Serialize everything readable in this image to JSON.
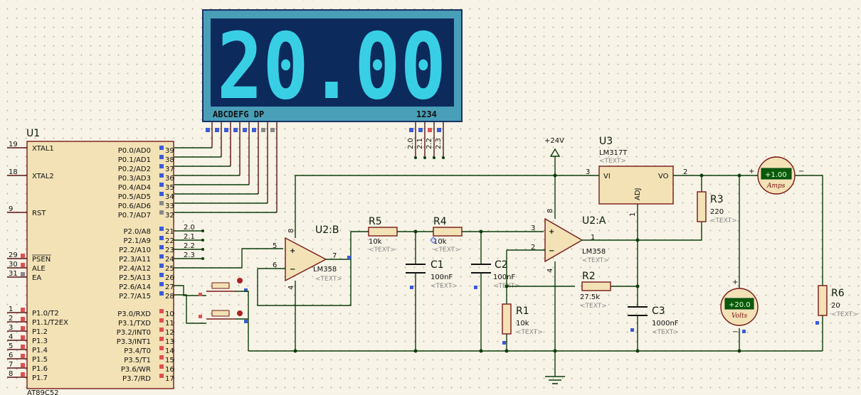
{
  "display": {
    "value": "20.00",
    "segment_label": "ABCDEFG  DP",
    "digit_label": "1234",
    "digit_pins": [
      "2.0",
      "2.1",
      "2.2",
      "2.3"
    ]
  },
  "u1": {
    "ref": "U1",
    "part": "AT89C52",
    "left_pins": [
      {
        "num": "19",
        "name": "XTAL1"
      },
      {
        "num": "18",
        "name": "XTAL2"
      },
      {
        "num": "9",
        "name": "RST"
      },
      {
        "num": "29",
        "name": "PSEN"
      },
      {
        "num": "30",
        "name": "ALE"
      },
      {
        "num": "31",
        "name": "EA"
      },
      {
        "num": "1",
        "name": "P1.0/T2"
      },
      {
        "num": "2",
        "name": "P1.1/T2EX"
      },
      {
        "num": "3",
        "name": "P1.2"
      },
      {
        "num": "4",
        "name": "P1.3"
      },
      {
        "num": "5",
        "name": "P1.4"
      },
      {
        "num": "6",
        "name": "P1.5"
      },
      {
        "num": "7",
        "name": "P1.6"
      },
      {
        "num": "8",
        "name": "P1.7"
      }
    ],
    "right_pins": [
      {
        "num": "39",
        "name": "P0.0/AD0"
      },
      {
        "num": "38",
        "name": "P0.1/AD1"
      },
      {
        "num": "37",
        "name": "P0.2/AD2"
      },
      {
        "num": "36",
        "name": "P0.3/AD3"
      },
      {
        "num": "35",
        "name": "P0.4/AD4"
      },
      {
        "num": "34",
        "name": "P0.5/AD5"
      },
      {
        "num": "33",
        "name": "P0.6/AD6"
      },
      {
        "num": "32",
        "name": "P0.7/AD7"
      },
      {
        "num": "21",
        "name": "P2.0/A8"
      },
      {
        "num": "22",
        "name": "P2.1/A9"
      },
      {
        "num": "23",
        "name": "P2.2/A10"
      },
      {
        "num": "24",
        "name": "P2.3/A11"
      },
      {
        "num": "25",
        "name": "P2.4/A12"
      },
      {
        "num": "26",
        "name": "P2.5/A13"
      },
      {
        "num": "27",
        "name": "P2.6/A14"
      },
      {
        "num": "28",
        "name": "P2.7/A15"
      },
      {
        "num": "10",
        "name": "P3.0/RXD"
      },
      {
        "num": "11",
        "name": "P3.1/TXD"
      },
      {
        "num": "12",
        "name": "P3.2/INT0"
      },
      {
        "num": "13",
        "name": "P3.3/INT1"
      },
      {
        "num": "14",
        "name": "P3.4/T0"
      },
      {
        "num": "15",
        "name": "P3.5/T1"
      },
      {
        "num": "16",
        "name": "P3.6/WR"
      },
      {
        "num": "17",
        "name": "P3.7/RD"
      }
    ],
    "net_labels": [
      "2.0",
      "2.1",
      "2.2",
      "2.3"
    ]
  },
  "u2b": {
    "ref": "U2:B",
    "part": "LM358",
    "text": "<TEXT>",
    "pins": {
      "plus": "5",
      "minus": "6",
      "out": "7",
      "vcc": "8",
      "gnd": "4"
    }
  },
  "u2a": {
    "ref": "U2:A",
    "part": "LM358",
    "text": "<TEXT>",
    "pins": {
      "plus": "3",
      "minus": "2",
      "out": "1",
      "vcc": "8",
      "gnd": "4"
    }
  },
  "u3": {
    "ref": "U3",
    "part": "LM317T",
    "text": "<TEXT>",
    "vi": "VI",
    "vo": "VO",
    "adj": "ADJ",
    "pin_vi": "3",
    "pin_vo": "2",
    "pin_adj": "1"
  },
  "supply": {
    "label": "+24V"
  },
  "resistors": [
    {
      "ref": "R5",
      "value": "10k",
      "text": "<TEXT>"
    },
    {
      "ref": "R4",
      "value": "10k",
      "text": "<TEXT>"
    },
    {
      "ref": "R1",
      "value": "10k",
      "text": "<TEXT>"
    },
    {
      "ref": "R2",
      "value": "27.5k",
      "text": "<TEXT>"
    },
    {
      "ref": "R3",
      "value": "220",
      "text": "<TEXT>"
    },
    {
      "ref": "R6",
      "value": "20",
      "text": "<TEXT>"
    }
  ],
  "capacitors": [
    {
      "ref": "C1",
      "value": "100nF",
      "text": "<TEXT>"
    },
    {
      "ref": "C2",
      "value": "100nF",
      "text": "<TEXT>"
    },
    {
      "ref": "C3",
      "value": "1000nF",
      "text": "<TEXT>"
    }
  ],
  "meters": [
    {
      "reading": "+1.00",
      "unit": "Amps",
      "plus": "+",
      "minus": "−"
    },
    {
      "reading": "+20.0",
      "unit": "Volts",
      "plus": "+",
      "minus": "−"
    }
  ]
}
